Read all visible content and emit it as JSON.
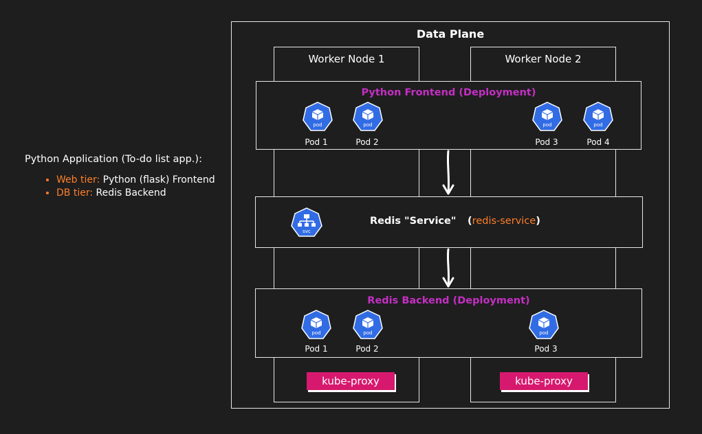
{
  "left_panel": {
    "heading": "Python Application (To-do list app.):",
    "bullets": [
      {
        "key": "Web tier:",
        "value": " Python (flask) Frontend"
      },
      {
        "key": "DB tier:",
        "value": " Redis Backend"
      }
    ]
  },
  "data_plane": {
    "title": "Data Plane",
    "nodes": [
      "Worker Node 1",
      "Worker Node 2"
    ],
    "frontend": {
      "title": "Python Frontend (Deployment)",
      "pods": [
        "Pod 1",
        "Pod 2",
        "Pod 3",
        "Pod 4"
      ],
      "icon_text": "pod"
    },
    "service": {
      "label": "Redis \"Service\"",
      "paren_open": "(",
      "name": "redis-service",
      "paren_close": ")",
      "icon_text": "svc"
    },
    "backend": {
      "title": "Redis Backend (Deployment)",
      "pods": [
        "Pod 1",
        "Pod 2",
        "Pod 3"
      ],
      "icon_text": "pod"
    },
    "kube_proxy": [
      "kube-proxy",
      "kube-proxy"
    ]
  },
  "colors": {
    "background": "#1e1e1e",
    "deployment_title": "#c42fc4",
    "accent_orange": "#ff7f2a",
    "k8s_blue": "#326ce5",
    "kube_proxy": "#d6196e"
  }
}
